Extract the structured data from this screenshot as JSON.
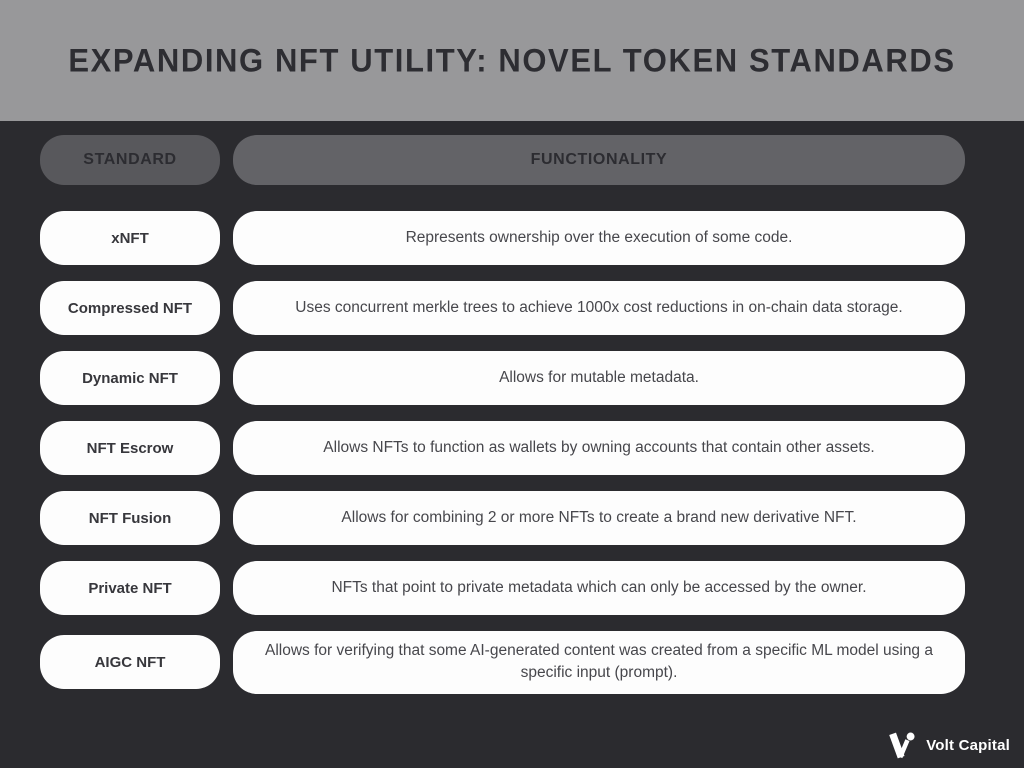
{
  "header": {
    "title": "EXPANDING NFT UTILITY: NOVEL TOKEN STANDARDS"
  },
  "table": {
    "columns": {
      "standard": "STANDARD",
      "functionality": "FUNCTIONALITY"
    },
    "rows": [
      {
        "standard": "xNFT",
        "functionality": "Represents ownership over the execution of some code."
      },
      {
        "standard": "Compressed NFT",
        "functionality": "Uses concurrent merkle trees to achieve 1000x cost reductions in on-chain data storage."
      },
      {
        "standard": "Dynamic NFT",
        "functionality": "Allows for mutable metadata."
      },
      {
        "standard": "NFT Escrow",
        "functionality": "Allows NFTs to function as wallets by owning accounts that contain other assets."
      },
      {
        "standard": "NFT Fusion",
        "functionality": "Allows for combining 2 or more NFTs to create a brand new derivative NFT."
      },
      {
        "standard": "Private NFT",
        "functionality": "NFTs that point to private metadata which can only be accessed by the owner."
      },
      {
        "standard": "AIGC NFT",
        "functionality": "Allows for verifying that some AI-generated content was created from a specific ML model using a specific input (prompt)."
      }
    ]
  },
  "footer": {
    "brand": "Volt Capital",
    "logo_icon": "volt-v-icon"
  },
  "colors": {
    "background": "#2b2b2f",
    "header_bar": "#98989a",
    "standard_header_pill": "#58585c",
    "functionality_header_pill": "#636367",
    "data_pill": "#fdfdfd",
    "title_text": "#2d2d32",
    "pill_text": "#47474c",
    "brand_text": "#ffffff"
  }
}
